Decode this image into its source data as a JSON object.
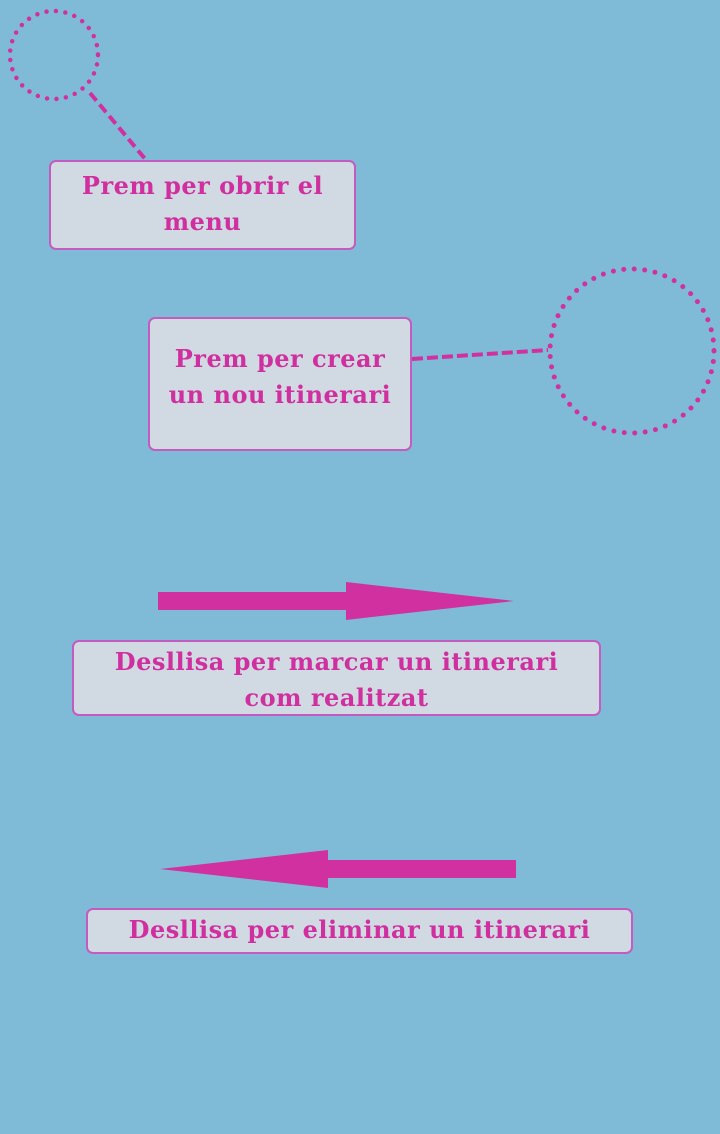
{
  "colors": {
    "background": "#7fbbd6",
    "accent": "#d030a0",
    "tip_background": "#d1dae2",
    "tip_border": "#c35bc0"
  },
  "tips": {
    "menu": {
      "lines": [
        "Prem per obrir el",
        "menu"
      ]
    },
    "new_itinerary": {
      "lines": [
        "Prem per crear",
        "un nou itinerari"
      ]
    },
    "swipe_done": {
      "lines": [
        "Desllisa per marcar un itinerari",
        "com realitzat"
      ]
    },
    "swipe_delete": {
      "lines": [
        "Desllisa per eliminar un itinerari"
      ]
    }
  },
  "icons": {
    "swipe_right": "arrow-right-icon",
    "swipe_left": "arrow-left-icon",
    "menu_target": "dotted-circle-icon",
    "add_target": "dotted-circle-icon"
  }
}
